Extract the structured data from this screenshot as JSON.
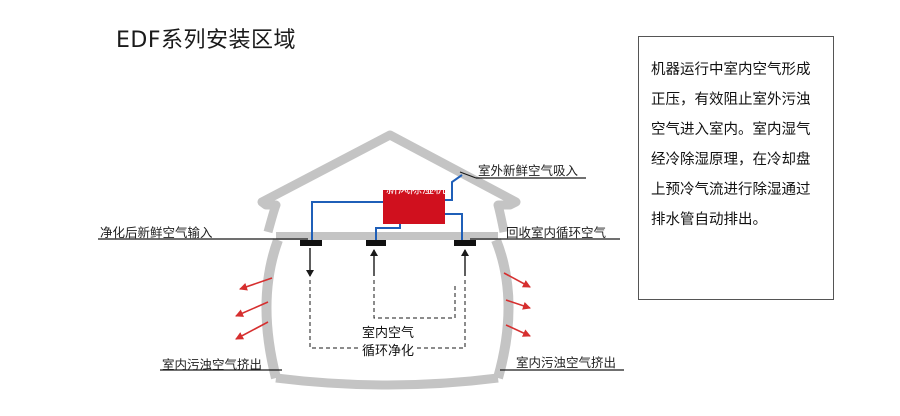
{
  "title": "EDF系列安装区域",
  "labels": {
    "fresh_air_intake": "室外新鲜空气吸入",
    "purified_air_input": "净化后新鲜空气输入",
    "recycled_air": "回收室内循环空气",
    "dirty_air_out_left": "室内污浊空气挤出",
    "dirty_air_out_right": "室内污浊空气挤出",
    "unit_name": "新风除湿机",
    "indoor_circulation_line1": "室内空气",
    "indoor_circulation_line2": "循环净化"
  },
  "description": "机器运行中室内空气形成正压，有效阻止室外污浊空气进入室内。室内湿气经冷除湿原理，在冷却盘上预冷气流进行除湿通过排水管自动排出。",
  "colors": {
    "wall": "#c4c4c4",
    "duct": "#1f5fb8",
    "unit": "#d0101e",
    "arrow": "#d62f2f",
    "line": "#1a1a1a"
  }
}
